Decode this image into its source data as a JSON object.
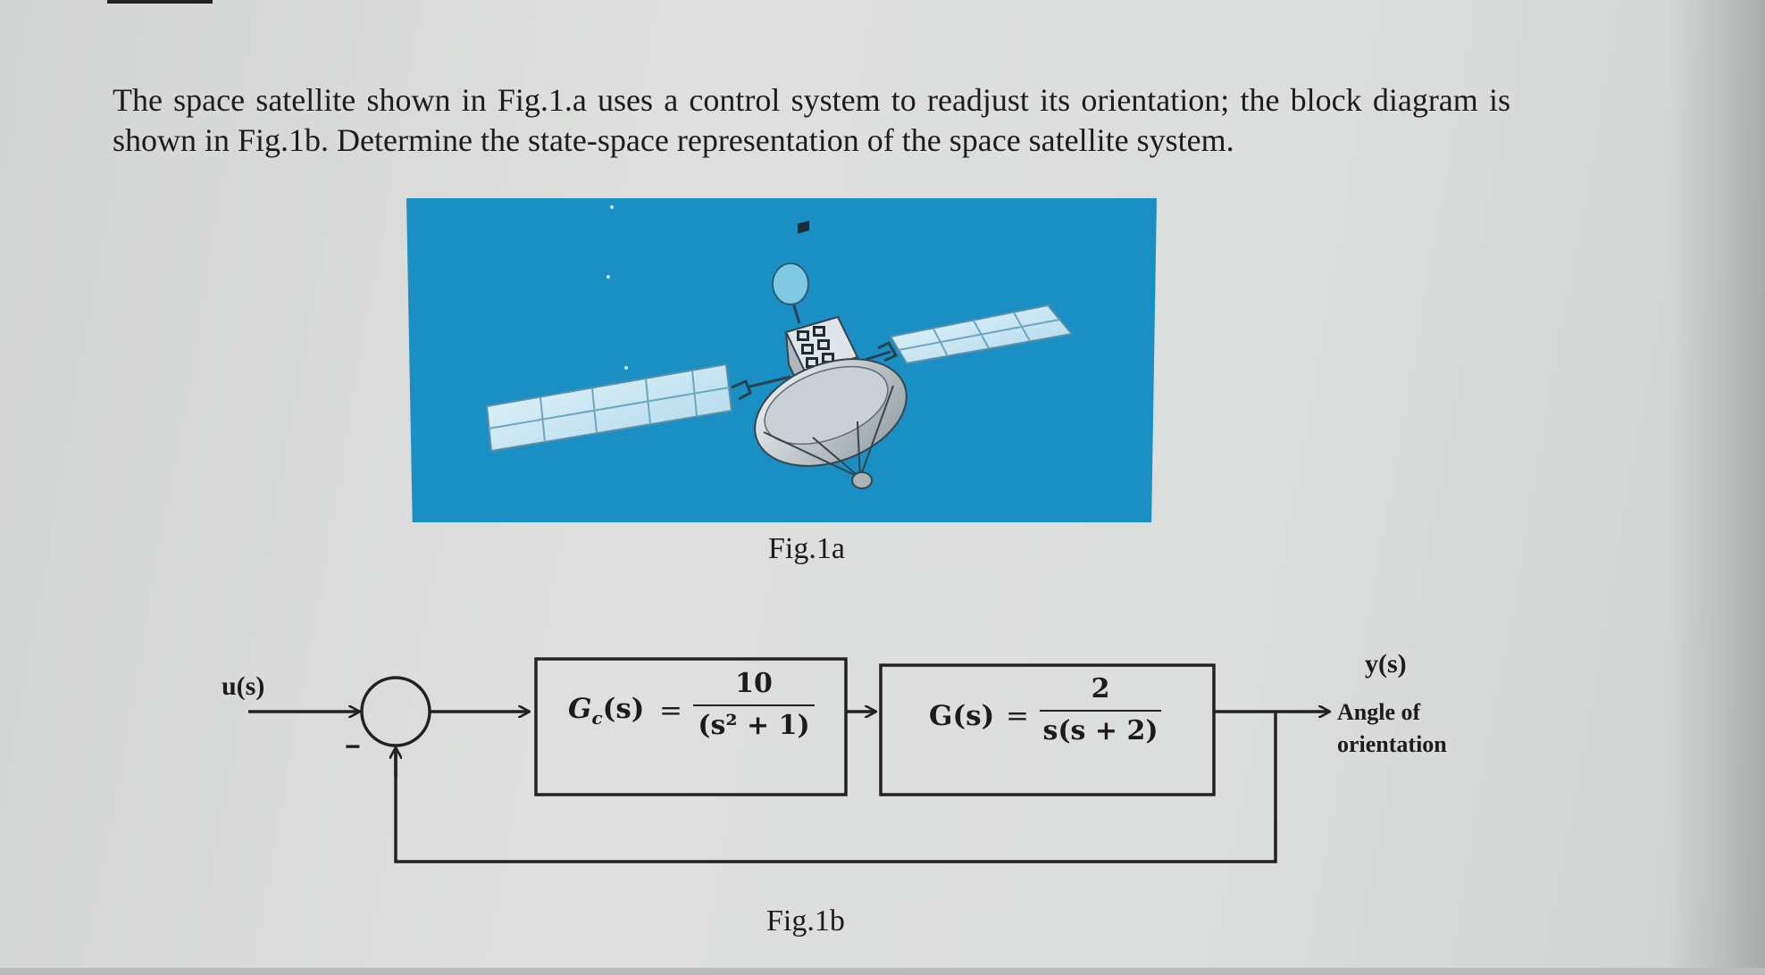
{
  "problem_text": "The space satellite shown in Fig.1.a uses a control system to readjust its orientation; the block diagram is shown in Fig.1b. Determine the state-space representation of the space satellite system.",
  "fig1a_caption": "Fig.1a",
  "fig1b_caption": "Fig.1b",
  "diagram": {
    "input_label": "u(s)",
    "feedback_sign": "−",
    "controller": {
      "lhs": "G",
      "lhs_sub": "c",
      "lhs_arg": "(s)",
      "equals": "=",
      "numerator": "10",
      "denominator": "(s² + 1)"
    },
    "plant": {
      "lhs": "G(s)",
      "equals": "=",
      "numerator": "2",
      "denominator": "s(s + 2)"
    },
    "output_label": "y(s)",
    "output_desc_line1": "Angle of",
    "output_desc_line2": "orientation"
  },
  "colors": {
    "sky": "#1a8fc3",
    "panel": "#cfe9f5",
    "line": "#222222"
  }
}
